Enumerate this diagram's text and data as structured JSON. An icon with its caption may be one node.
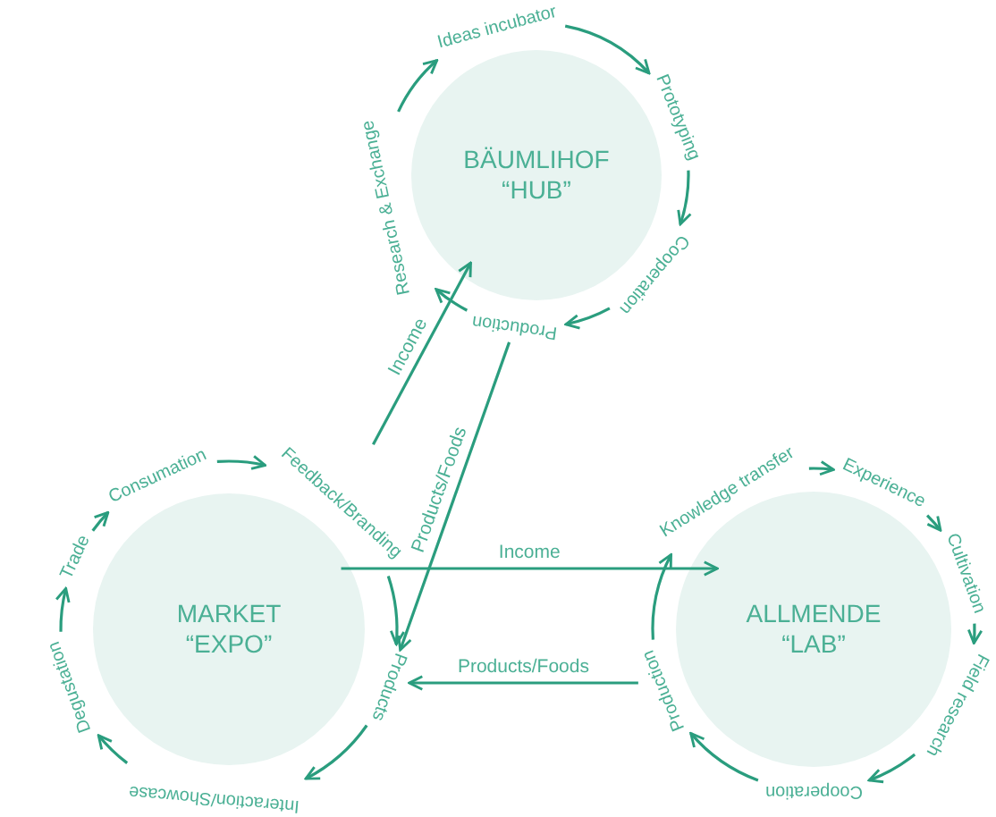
{
  "diagram": {
    "nodes": [
      {
        "text": [
          "BÄUMLIHOF",
          "“HUB”"
        ]
      },
      {
        "text": [
          "Ideas incubator"
        ]
      },
      {
        "text": [
          "Prototyping"
        ]
      },
      {
        "text": [
          "Cooperation"
        ]
      },
      {
        "text": [
          "Production"
        ]
      },
      {
        "text": [
          "Research & Exchange"
        ]
      },
      {
        "text": [
          "MARKET",
          "“EXPO”"
        ]
      },
      {
        "text": [
          "Consumation"
        ]
      },
      {
        "text": [
          "Feedback/Branding"
        ]
      },
      {
        "text": [
          "Products"
        ]
      },
      {
        "text": [
          "Interaction/Showcase"
        ]
      },
      {
        "text": [
          "Degustation"
        ]
      },
      {
        "text": [
          "Trade"
        ]
      },
      {
        "text": [
          "ALLMENDE",
          "“LAB”"
        ]
      },
      {
        "text": [
          "Knowledge transfer"
        ]
      },
      {
        "text": [
          "Experience"
        ]
      },
      {
        "text": [
          "Cultivation"
        ]
      },
      {
        "text": [
          "Field research"
        ]
      },
      {
        "text": [
          "Cooperation"
        ]
      },
      {
        "text": [
          "Production"
        ]
      }
    ],
    "edges": [
      {
        "from": 1,
        "to": 2,
        "arrow": "to"
      },
      {
        "from": 2,
        "to": 3,
        "arrow": "to"
      },
      {
        "from": 3,
        "to": 4,
        "arrow": "to"
      },
      {
        "from": 4,
        "to": 5,
        "arrow": "to"
      },
      {
        "from": 5,
        "to": 1,
        "arrow": "to"
      },
      {
        "from": 7,
        "to": 8,
        "arrow": "to"
      },
      {
        "from": 8,
        "to": 9,
        "arrow": "to"
      },
      {
        "from": 9,
        "to": 10,
        "arrow": "to"
      },
      {
        "from": 10,
        "to": 11,
        "arrow": "to"
      },
      {
        "from": 11,
        "to": 12,
        "arrow": "to"
      },
      {
        "from": 12,
        "to": 7,
        "arrow": "to"
      },
      {
        "from": 14,
        "to": 15,
        "arrow": "to"
      },
      {
        "from": 15,
        "to": 16,
        "arrow": "to"
      },
      {
        "from": 16,
        "to": 17,
        "arrow": "to"
      },
      {
        "from": 17,
        "to": 18,
        "arrow": "to"
      },
      {
        "from": 18,
        "to": 19,
        "arrow": "to"
      },
      {
        "from": 19,
        "to": 14,
        "arrow": "to"
      },
      {
        "from": 8,
        "to": 0,
        "arrow": "to",
        "label": "Income"
      },
      {
        "from": 4,
        "to": 9,
        "arrow": "to",
        "label": "Products/Foods"
      },
      {
        "from": 8,
        "to": 13,
        "arrow": "to",
        "label": "Income"
      },
      {
        "from": 19,
        "to": 9,
        "arrow": "to",
        "label": "Products/Foods"
      }
    ]
  }
}
